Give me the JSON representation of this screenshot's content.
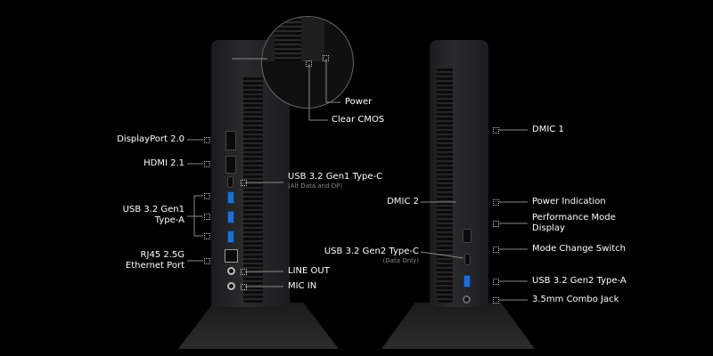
{
  "left_labels": {
    "displayport": "DisplayPort 2.0",
    "hdmi": "HDMI 2.1",
    "usb_a_1": "USB 3.2 Gen1",
    "usb_a_2": "Type-A",
    "rj45_1": "RJ45 2.5G",
    "rj45_2": "Ethernet Port"
  },
  "center_labels": {
    "power": "Power",
    "clear_cmos": "Clear CMOS",
    "usb_c": "USB 3.2 Gen1 Type-C",
    "usb_c_sub": "(Alt Data and DP)",
    "line_out": "LINE OUT",
    "mic_in": "MIC IN",
    "dmic2": "DMIC 2",
    "usb_c2": "USB 3.2 Gen2 Type-C",
    "usb_c2_sub": "(Data Only)"
  },
  "right_labels": {
    "dmic1": "DMIC 1",
    "power_indication": "Power Indication",
    "perf_1": "Performance Mode",
    "perf_2": "Display",
    "mode_switch": "Mode Change Switch",
    "usb_a_gen2": "USB 3.2 Gen2 Type-A",
    "combo_jack": "3.5mm Combo Jack"
  },
  "colors": {
    "background": "#000000",
    "usb_blue": "#1f6fd0"
  }
}
